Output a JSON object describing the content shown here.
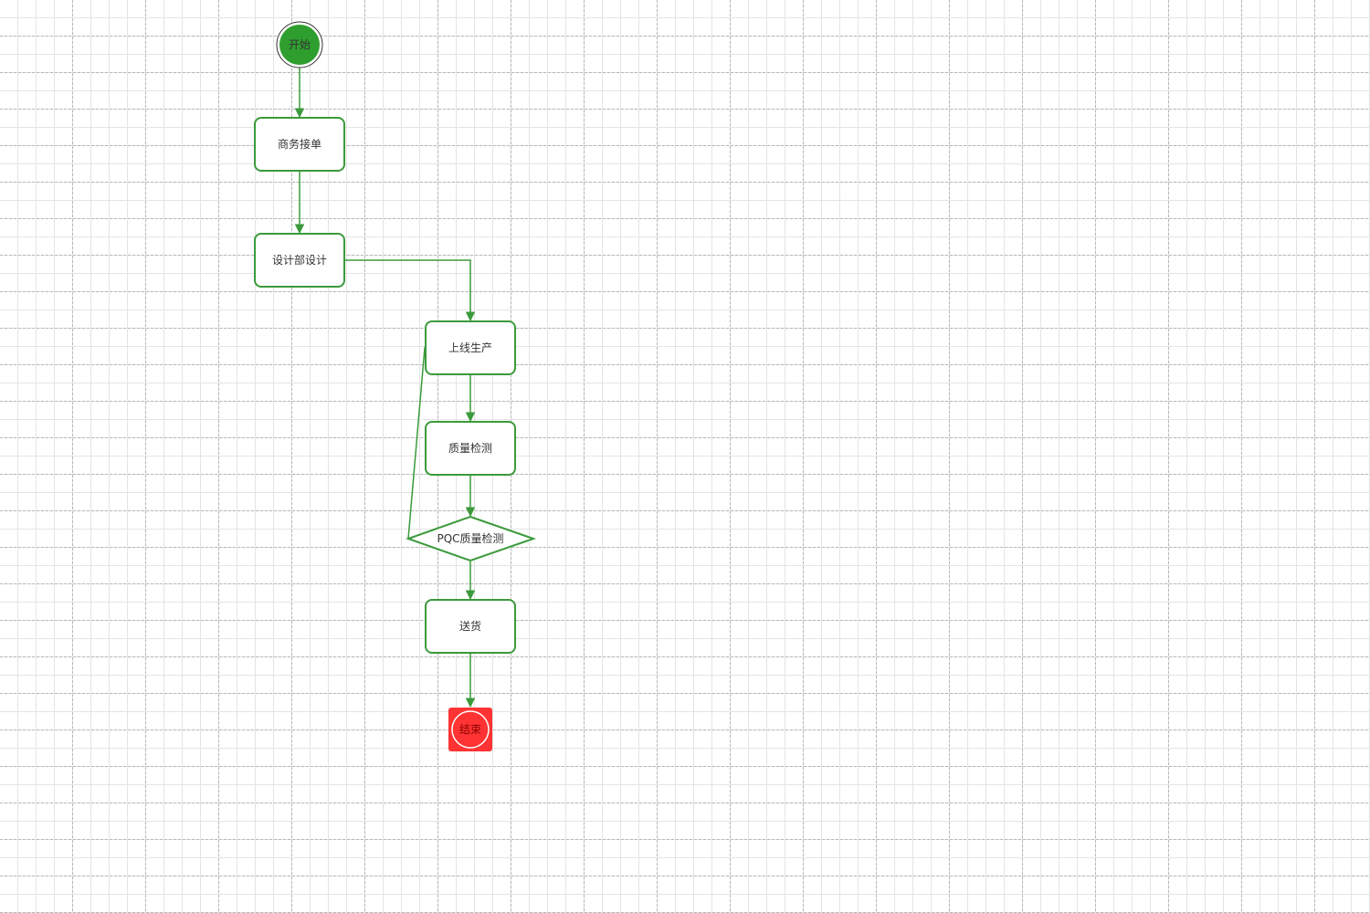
{
  "colors": {
    "accent": "#2e9e2e",
    "node_border": "#3b9a3b",
    "start_fill": "#2e9e2e",
    "end_fill": "#ff3333",
    "end_text": "#8b0000",
    "text": "#333333",
    "grid_minor": "#e4e4e4",
    "grid_major": "#b8b8b8"
  },
  "nodes": {
    "start": "开始",
    "order_intake": "商务接单",
    "design": "设计部设计",
    "production": "上线生产",
    "quality_check": "质量检测",
    "pqc_decision": "PQC质量检测",
    "delivery": "送货",
    "end": "结束"
  }
}
